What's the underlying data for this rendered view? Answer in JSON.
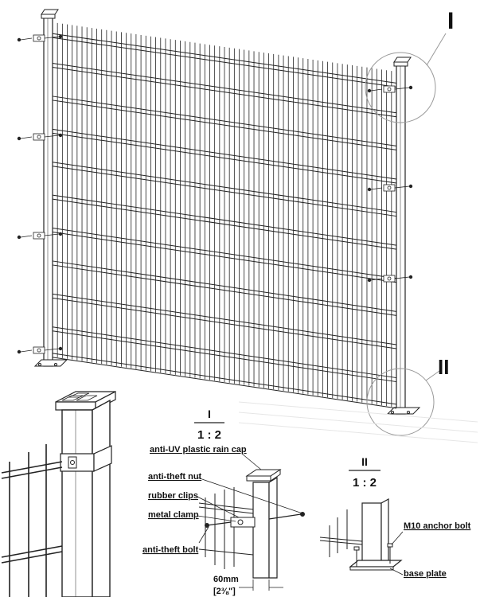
{
  "callouts": {
    "detail_1_marker": "I",
    "detail_2_marker": "II"
  },
  "detail_1": {
    "title": "I",
    "scale": "1 : 2",
    "labels": {
      "rain_cap": "anti-UV plastic rain cap",
      "nut": "anti-theft nut",
      "clips": "rubber clips",
      "clamp": "metal clamp",
      "bolt": "anti-theft bolt"
    },
    "dimension": {
      "metric": "60mm",
      "imperial": "[2⅜\"]"
    }
  },
  "detail_2": {
    "title": "II",
    "scale": "1 : 2",
    "labels": {
      "anchor": "M10 anchor bolt",
      "plate": "base plate"
    }
  },
  "colors": {
    "line": "#222222",
    "faint": "#bbbbbb",
    "paper": "#ffffff"
  }
}
